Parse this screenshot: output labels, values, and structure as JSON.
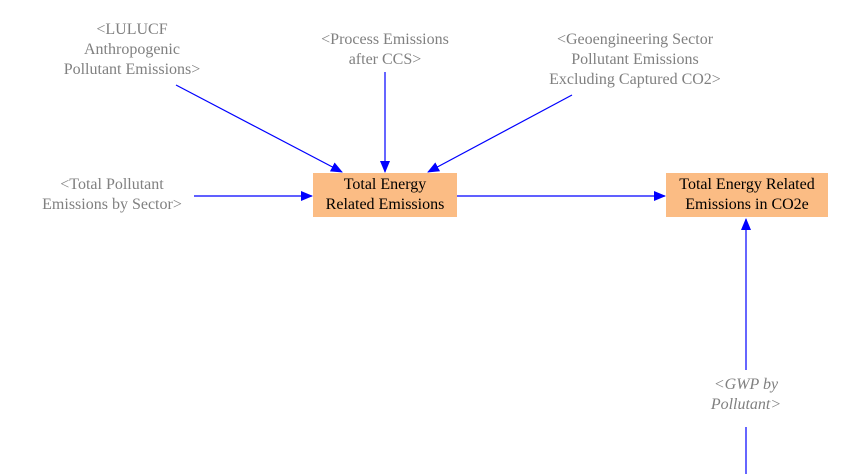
{
  "colors": {
    "arrow": "#0000ff",
    "box_fill": "#fbbc84",
    "ghost_text": "#808080",
    "box_text": "#000000"
  },
  "nodes": {
    "lulucf": {
      "lines": [
        "<LULUCF",
        "Anthropogenic",
        "Pollutant Emissions>"
      ]
    },
    "process": {
      "lines": [
        "<Process Emissions",
        "after CCS>"
      ]
    },
    "geoeng": {
      "lines": [
        "<Geoengineering Sector",
        "Pollutant Emissions",
        "Excluding Captured CO2>"
      ]
    },
    "total_pollutant": {
      "lines": [
        "<Total Pollutant",
        "Emissions by Sector>"
      ]
    },
    "total_energy": {
      "lines": [
        "Total Energy",
        "Related Emissions"
      ]
    },
    "total_co2e": {
      "lines": [
        "Total Energy Related",
        "Emissions in CO2e"
      ]
    },
    "gwp": {
      "lines": [
        "<GWP by",
        "Pollutant>"
      ]
    }
  }
}
